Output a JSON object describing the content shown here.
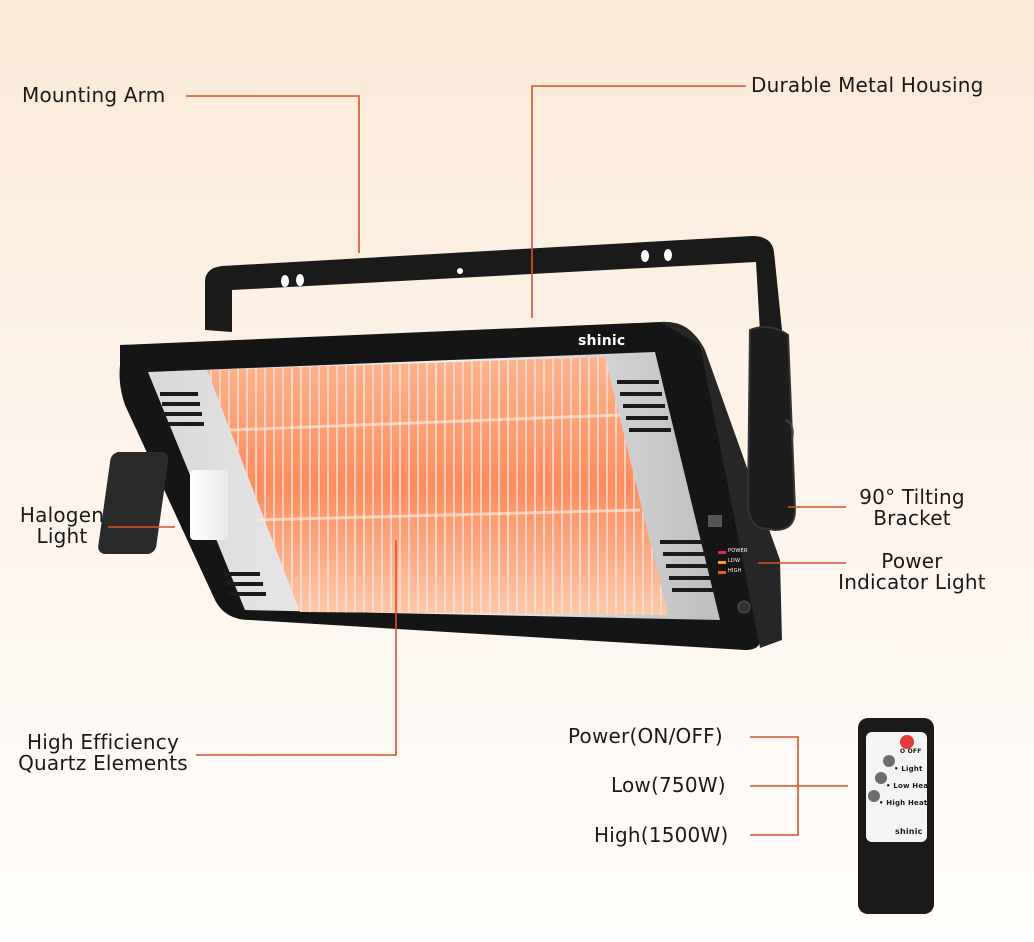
{
  "callouts": {
    "mounting_arm": "Mounting Arm",
    "durable_housing": "Durable Metal Housing",
    "halogen_light": [
      "Halogen",
      "Light"
    ],
    "tilting_bracket": [
      "90° Tilting",
      "Bracket"
    ],
    "power_indicator": [
      "Power",
      "Indicator Light"
    ],
    "quartz_elements": [
      "High Efficiency",
      "Quartz Elements"
    ],
    "power_on_off": "Power(ON/OFF)",
    "low_750": "Low(750W)",
    "high_1500": "High(1500W)"
  },
  "heater": {
    "brand": "shinic",
    "indicator_power": "POWER",
    "indicator_low": "LOW",
    "indicator_high": "HIGH"
  },
  "remote": {
    "off_label": "O OFF",
    "light_label": "• Light",
    "low_heat_label": "• Low Heat",
    "high_heat_label": "• High Heat",
    "brand": "shinic"
  },
  "colors": {
    "accent_line": "#d9532c",
    "heater_body": "#1b1b1b",
    "element_glow": "#ff9a6a"
  }
}
